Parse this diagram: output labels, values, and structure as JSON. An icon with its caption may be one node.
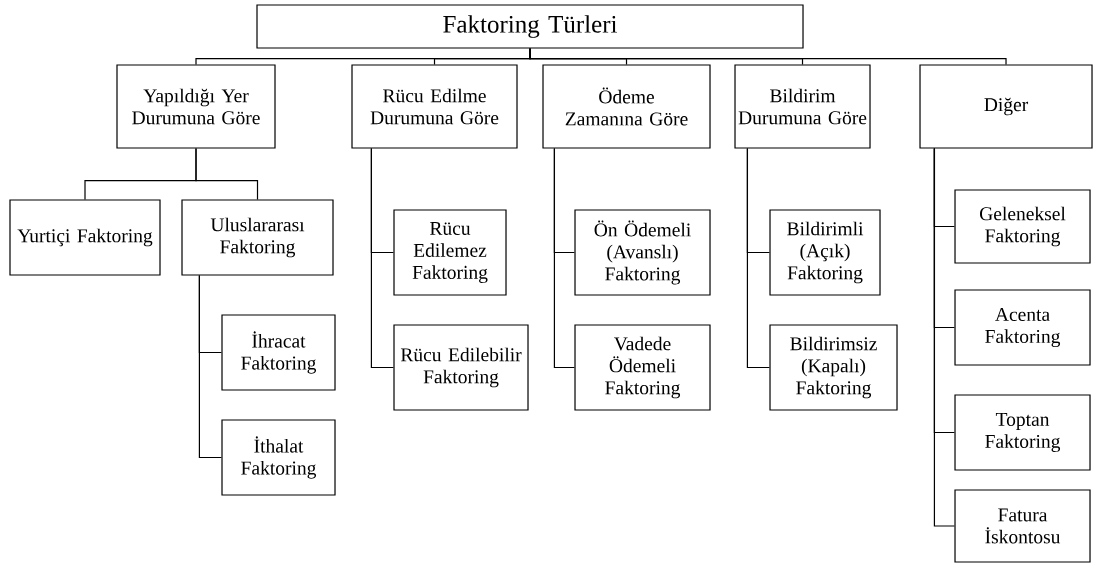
{
  "diagram": {
    "nodes": [
      {
        "text": [
          "Faktoring Türleri"
        ]
      },
      {
        "text": [
          "Yapıldığı Yer Durumuna Göre"
        ]
      },
      {
        "text": [
          "Rücu Edilme Durumuna Göre"
        ]
      },
      {
        "text": [
          "Ödeme Zamanına Göre"
        ]
      },
      {
        "text": [
          "Bildirim Durumuna Göre"
        ]
      },
      {
        "text": [
          "Diğer"
        ]
      },
      {
        "text": [
          "Yurtiçi Faktoring"
        ]
      },
      {
        "text": [
          "Uluslararası Faktoring"
        ]
      },
      {
        "text": [
          "İhracat Faktoring"
        ]
      },
      {
        "text": [
          "İthalat Faktoring"
        ]
      },
      {
        "text": [
          "Rücu Edilemez Faktoring"
        ]
      },
      {
        "text": [
          "Rücu Edilebilir Faktoring"
        ]
      },
      {
        "text": [
          "Ön Ödemeli (Avanslı) Faktoring"
        ]
      },
      {
        "text": [
          "Vadede Ödemeli Faktoring"
        ]
      },
      {
        "text": [
          "Bildirimli (Açık) Faktoring"
        ]
      },
      {
        "text": [
          "Bildirimsiz (Kapalı) Faktoring"
        ]
      },
      {
        "text": [
          "Geleneksel Faktoring"
        ]
      },
      {
        "text": [
          "Acenta Faktoring"
        ]
      },
      {
        "text": [
          "Toptan Faktoring"
        ]
      },
      {
        "text": [
          "Fatura İskontosu"
        ]
      }
    ],
    "edges": [
      {
        "from": 0,
        "to": 1,
        "arrow": "none"
      },
      {
        "from": 0,
        "to": 2,
        "arrow": "none"
      },
      {
        "from": 0,
        "to": 3,
        "arrow": "none"
      },
      {
        "from": 0,
        "to": 4,
        "arrow": "none"
      },
      {
        "from": 0,
        "to": 5,
        "arrow": "none"
      },
      {
        "from": 1,
        "to": 6,
        "arrow": "none"
      },
      {
        "from": 1,
        "to": 7,
        "arrow": "none"
      },
      {
        "from": 7,
        "to": 8,
        "arrow": "none"
      },
      {
        "from": 7,
        "to": 9,
        "arrow": "none"
      },
      {
        "from": 2,
        "to": 10,
        "arrow": "none"
      },
      {
        "from": 2,
        "to": 11,
        "arrow": "none"
      },
      {
        "from": 3,
        "to": 12,
        "arrow": "none"
      },
      {
        "from": 3,
        "to": 13,
        "arrow": "none"
      },
      {
        "from": 4,
        "to": 14,
        "arrow": "none"
      },
      {
        "from": 4,
        "to": 15,
        "arrow": "none"
      },
      {
        "from": 5,
        "to": 16,
        "arrow": "none"
      },
      {
        "from": 5,
        "to": 17,
        "arrow": "none"
      },
      {
        "from": 5,
        "to": 18,
        "arrow": "none"
      },
      {
        "from": 5,
        "to": 19,
        "arrow": "none"
      }
    ]
  }
}
